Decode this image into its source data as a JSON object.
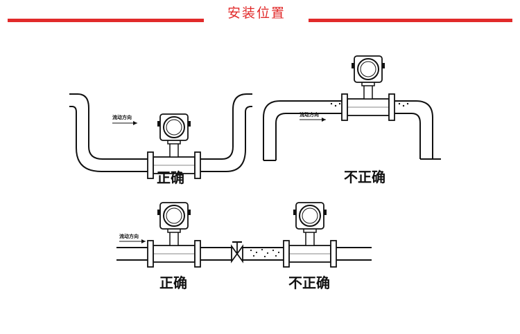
{
  "header": {
    "title": "安装位置",
    "accent_color": "#e12a2a"
  },
  "flow_label": "流动方向",
  "captions": {
    "top_left": "正确",
    "top_right": "不正确",
    "bottom_left": "正确",
    "bottom_right": "不正确"
  },
  "icons": {
    "meter": "flowmeter-icon",
    "valve": "valve-icon",
    "arrow": "arrow-right-icon"
  }
}
